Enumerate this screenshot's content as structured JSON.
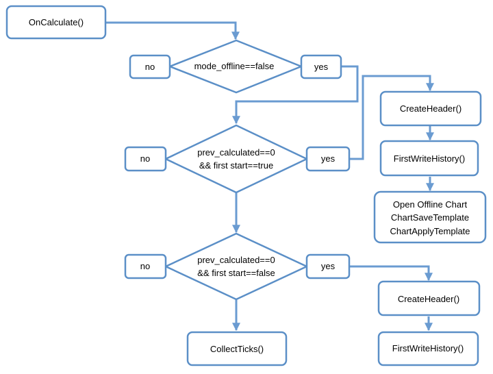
{
  "nodes": {
    "on_calculate": "OnCalculate()",
    "cond1": "mode_offline==false",
    "cond1_no": "no",
    "cond1_yes": "yes",
    "create_header_1": "CreateHeader()",
    "first_write_history_1": "FirstWriteHistory()",
    "offline_chart": [
      "Open Offline Chart",
      "ChartSaveTemplate",
      "ChartApplyTemplate"
    ],
    "cond2": [
      "prev_calculated==0",
      "&& first   start==true"
    ],
    "cond2_no": "no",
    "cond2_yes": "yes",
    "cond3": [
      "prev_calculated==0",
      "&& first   start==false"
    ],
    "cond3_no": "no",
    "cond3_yes": "yes",
    "collect_ticks": "CollectTicks()",
    "create_header_2": "CreateHeader()",
    "first_write_history_2": "FirstWriteHistory()"
  },
  "colors": {
    "stroke": "#5b8fc7",
    "connector": "#6a9bd1",
    "fill": "#ffffff",
    "text": "#000000"
  }
}
